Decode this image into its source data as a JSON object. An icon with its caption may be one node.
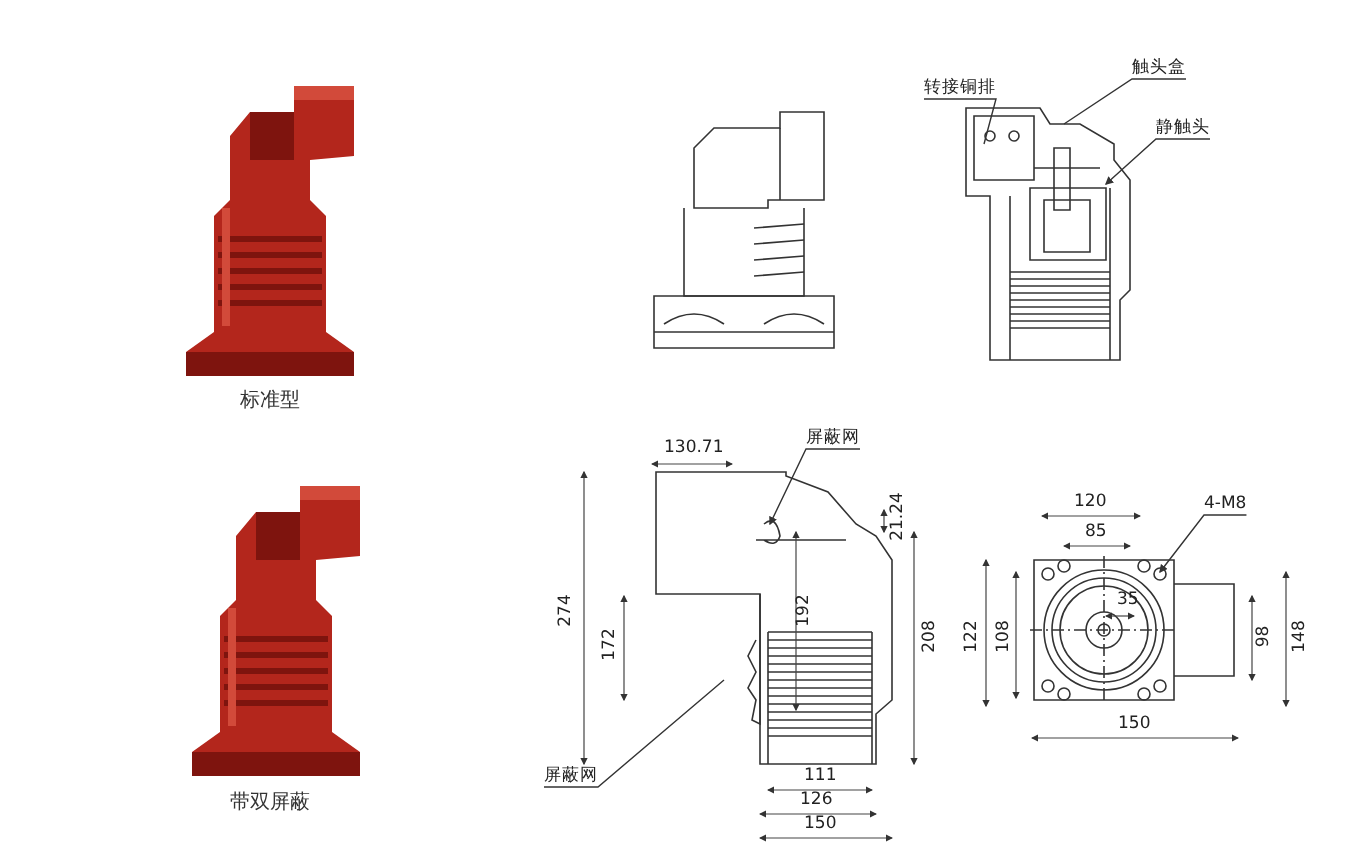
{
  "diagram": {
    "nodes": [
      {
        "text": [],
        "shape": "picture",
        "beside": [
          "标准型"
        ]
      },
      {
        "text": [],
        "shape": "picture",
        "beside": [
          "带双屏蔽"
        ]
      },
      {
        "text": [],
        "shape": "picture"
      },
      {
        "text": [],
        "shape": "picture"
      },
      {
        "text": [],
        "shape": "picture"
      },
      {
        "text": [],
        "shape": "picture"
      },
      {
        "text": [
          "转接铜排"
        ]
      },
      {
        "text": [
          "触头盒"
        ]
      },
      {
        "text": [
          "静触头"
        ]
      },
      {
        "text": [
          "屏蔽网"
        ]
      },
      {
        "text": [
          "屏蔽网"
        ]
      },
      {
        "text": [
          "4-M8"
        ]
      }
    ],
    "edges": [
      {
        "from": 6,
        "to": 3,
        "arrow": "none"
      },
      {
        "from": 7,
        "to": 3,
        "arrow": "none"
      },
      {
        "from": 8,
        "to": 3,
        "arrow": "to"
      },
      {
        "from": 9,
        "to": 4,
        "arrow": "to"
      },
      {
        "from": 10,
        "to": 4,
        "arrow": "none"
      },
      {
        "from": 11,
        "to": 5,
        "arrow": "to"
      }
    ],
    "labels": [
      "130.71",
      "274",
      "172",
      "192",
      "21.24",
      "208",
      "111",
      "126",
      "150",
      "120",
      "85",
      "35",
      "108",
      "122",
      "98",
      "148",
      "150"
    ]
  }
}
